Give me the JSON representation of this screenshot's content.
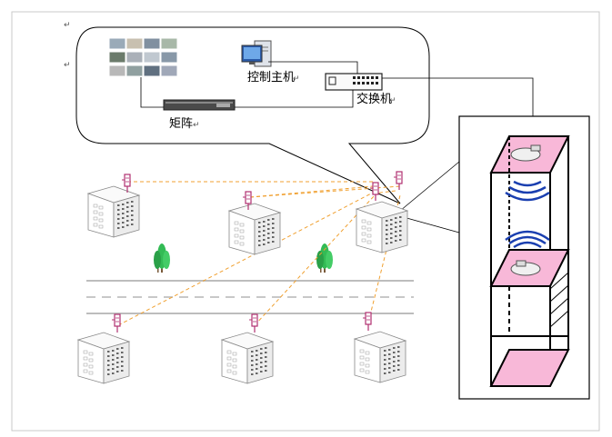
{
  "labels": {
    "control_host": "控制主机",
    "switch": "交换机",
    "matrix": "矩阵"
  },
  "paragraph_mark": "↵",
  "colors": {
    "link_dashed": "#f0a030",
    "antenna": "#b03070",
    "tree": "#33bb55",
    "elevator_floor": "#f8b8d8",
    "wave": "#1a3fb0",
    "road_dash": "#c8c8c8"
  }
}
